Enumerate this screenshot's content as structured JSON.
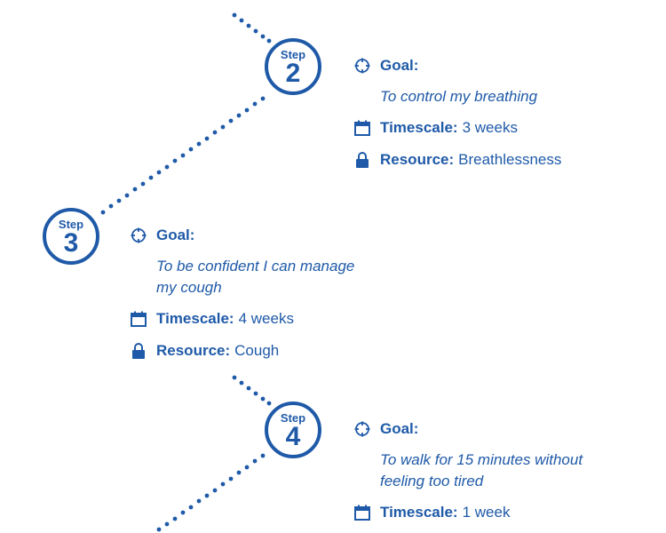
{
  "steps": [
    {
      "step_word": "Step",
      "number": "2",
      "goal_label": "Goal:",
      "goal_lines": [
        "To control my breathing"
      ],
      "timescale_label": "Timescale:",
      "timescale_value": "3 weeks",
      "resource_label": "Resource:",
      "resource_value": "Breathlessness"
    },
    {
      "step_word": "Step",
      "number": "3",
      "goal_label": "Goal:",
      "goal_lines": [
        "To be confident I can manage",
        "my cough"
      ],
      "timescale_label": "Timescale:",
      "timescale_value": "4 weeks",
      "resource_label": "Resource:",
      "resource_value": "Cough"
    },
    {
      "step_word": "Step",
      "number": "4",
      "goal_label": "Goal:",
      "goal_lines": [
        "To walk for 15 minutes without",
        "feeling too tired"
      ],
      "timescale_label": "Timescale:",
      "timescale_value": "1 week"
    }
  ],
  "colors": {
    "primary": "#1f5aa8",
    "background": "#ffffff"
  },
  "icons": {
    "goal": "target-icon",
    "timescale": "calendar-icon",
    "resource": "padlock-icon"
  }
}
